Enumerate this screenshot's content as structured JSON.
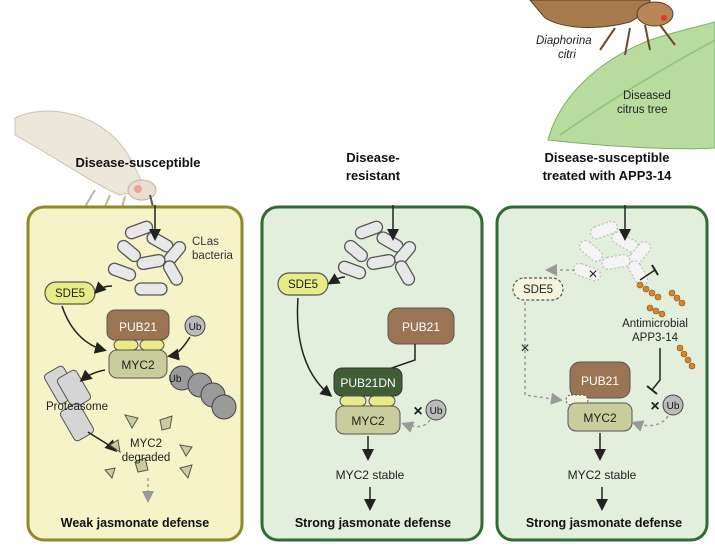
{
  "header": {
    "species_line1": "Diaphorina",
    "species_line2": "citri",
    "tree_line1": "Diseased",
    "tree_line2": "citrus tree"
  },
  "panel1": {
    "title": "Disease-susceptible",
    "bacteria_line1": "CLas",
    "bacteria_line2": "bacteria",
    "sde5": "SDE5",
    "pub21": "PUB21",
    "myc2": "MYC2",
    "ub1": "Ub",
    "ub2": "Ub",
    "proteasome": "Proteasome",
    "degraded_line1": "MYC2",
    "degraded_line2": "degraded",
    "outcome": "Weak jasmonate defense"
  },
  "panel2": {
    "title_line1": "Disease-",
    "title_line2": "resistant",
    "sde5": "SDE5",
    "pub21": "PUB21",
    "pub21dn": "PUB21DN",
    "myc2": "MYC2",
    "ub": "Ub",
    "stable": "MYC2 stable",
    "outcome": "Strong jasmonate defense"
  },
  "panel3": {
    "title_line1": "Disease-susceptible",
    "title_line2": "treated with APP3-14",
    "sde5": "SDE5",
    "antimicrobial_line1": "Antimicrobial",
    "antimicrobial_line2": "APP3-14",
    "pub21": "PUB21",
    "myc2": "MYC2",
    "ub": "Ub",
    "stable": "MYC2 stable",
    "outcome": "Strong jasmonate defense"
  },
  "colors": {
    "panel1_fill": "#f6f3c8",
    "panel1_border": "#8e8a2a",
    "panel2_fill": "#e2efdc",
    "panel2_border": "#2e6b35",
    "pub21": "#9b7453",
    "pub21dn": "#3f5e36",
    "myc2": "#c9cd9b",
    "sde5": "#e9ec86",
    "leaf": "#b7dc9e"
  }
}
